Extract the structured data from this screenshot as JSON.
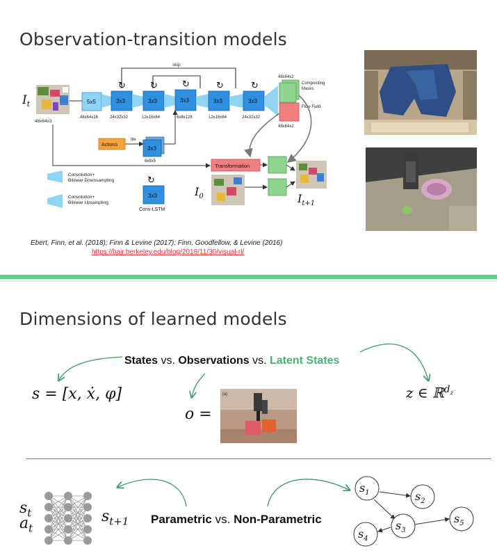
{
  "slide1": {
    "title": "Observation-transition models",
    "diagram": {
      "input_symbol": "I",
      "input_sub": "t",
      "input_dim": "48x64x3",
      "skip_label": "skip",
      "conv_blocks": [
        {
          "label": "5x5",
          "dim": "48x64x16"
        },
        {
          "label": "3x3",
          "dim": "24x32x32"
        },
        {
          "label": "3x3",
          "dim": "12x16x64"
        },
        {
          "label": "3x3",
          "dim": "6x8x128"
        },
        {
          "label": "3x3",
          "dim": "12x16x64"
        },
        {
          "label": "3x3",
          "dim": "24x32x32"
        }
      ],
      "masks_dim": "48x64x2",
      "masks_label": "Compositing Masks",
      "flow_label": "Flow Field",
      "flow_dim": "48x64x2",
      "actions_label": "Actions",
      "tile_label": "tile",
      "action_block": {
        "label": "3x3",
        "dim": "6x8x5"
      },
      "transformation_label": "Transformation",
      "i0_symbol": "I",
      "i0_sub": "0",
      "output_symbol": "I",
      "output_sub": "t+1",
      "legend": {
        "down": "Convolution+ Bilinear Downsampling",
        "up": "Convolution+ Bilinear Upsampling",
        "lstm_block": "3x3",
        "lstm": "Conv-LSTM"
      }
    },
    "citation": "Ebert, Finn, et al. (2018); Finn & Levine (2017); Finn, Goodfellow, & Levine (2016)",
    "link": "https://bair.berkeley.edu/blog/2018/11/30/visual-rl/"
  },
  "slide2": {
    "title": "Dimensions of learned models",
    "states_line": {
      "a": "States",
      "vs1": " vs. ",
      "b": "Observations",
      "vs2": " vs. ",
      "c": "Latent States"
    },
    "state_eq": "s = [x, ẋ, φ]",
    "obs_eq": "o =",
    "obs_image_label": "(a)",
    "latent_eq": "z ∈ ℝ",
    "latent_sup": "d",
    "latent_sup_sub": "z",
    "param_line": {
      "a": "Parametric",
      "vs": " vs. ",
      "b": "Non-Parametric"
    },
    "nn_inputs": [
      {
        "sym": "s",
        "sub": "t"
      },
      {
        "sym": "a",
        "sub": "t"
      }
    ],
    "nn_output": {
      "sym": "s",
      "sub": "t+1"
    },
    "graph_nodes": [
      {
        "sym": "s",
        "sub": "1"
      },
      {
        "sym": "s",
        "sub": "2"
      },
      {
        "sym": "s",
        "sub": "3"
      },
      {
        "sym": "s",
        "sub": "4"
      },
      {
        "sym": "s",
        "sub": "5"
      }
    ]
  },
  "colors": {
    "separator": "#5ecf8b",
    "accent_green": "#4caf73",
    "conv_blue": "#2f8fe0",
    "light_blue": "#8fd3f5",
    "mask_green": "#8fd58f",
    "flow_red": "#f08080",
    "actions_orange": "#f5a23a",
    "link_red": "#e0352b"
  }
}
